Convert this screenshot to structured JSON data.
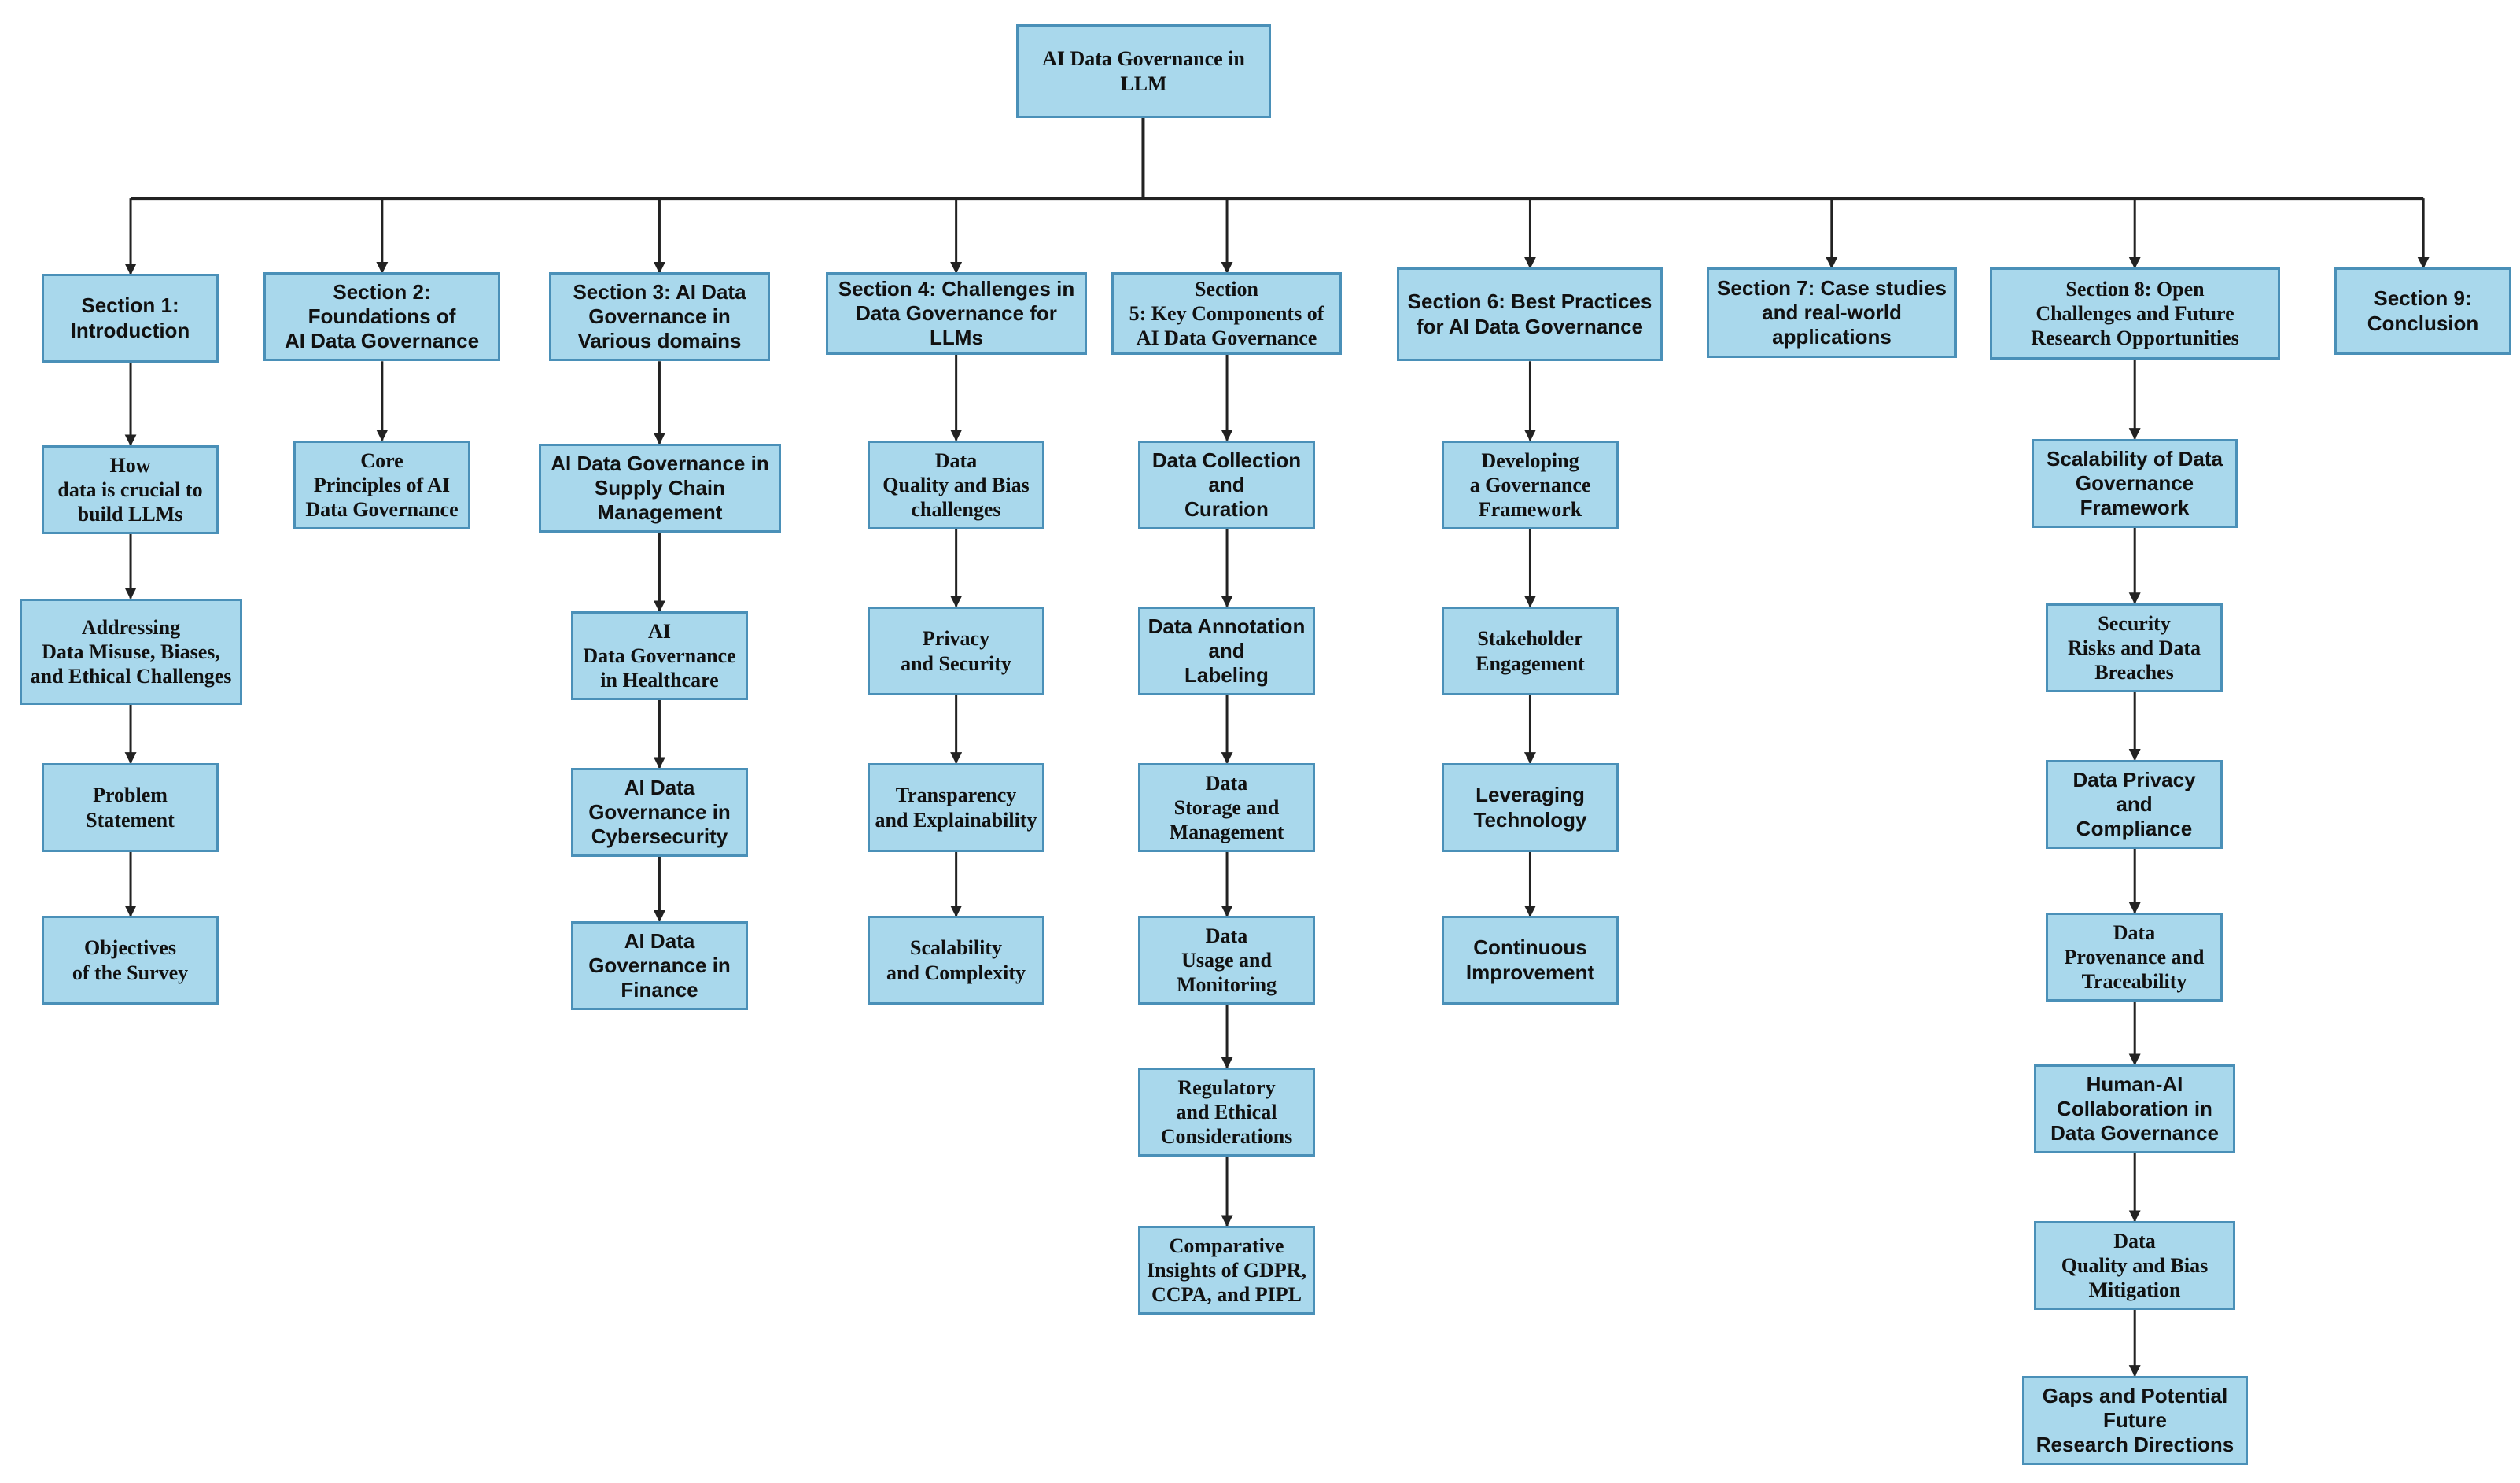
{
  "root": {
    "label": "AI Data Governance in\nLLM"
  },
  "sections": [
    {
      "label": "Section 1:\nIntroduction",
      "children": [
        "How\ndata is crucial to\nbuild LLMs",
        "Addressing\nData Misuse, Biases,\nand Ethical Challenges",
        "Problem\nStatement",
        "Objectives\nof the Survey"
      ]
    },
    {
      "label": "Section 2:\nFoundations of\nAI Data Governance",
      "children": [
        "Core\nPrinciples of AI\nData Governance"
      ]
    },
    {
      "label": "Section 3: AI Data\nGovernance in\nVarious domains",
      "children": [
        "AI Data Governance in\nSupply Chain\nManagement",
        "AI\nData Governance\nin Healthcare",
        "AI Data\nGovernance in\nCybersecurity",
        "AI Data\nGovernance in\nFinance"
      ]
    },
    {
      "label": "Section 4: Challenges in\nData Governance for\nLLMs",
      "children": [
        "Data\nQuality and Bias\nchallenges",
        "Privacy\nand Security",
        "Transparency\nand Explainability",
        "Scalability\nand Complexity"
      ]
    },
    {
      "label": "Section\n5: Key Components of\nAI Data Governance",
      "children": [
        "Data Collection\nand\nCuration",
        "Data Annotation\nand\nLabeling",
        "Data\nStorage and\nManagement",
        "Data\nUsage and\nMonitoring",
        "Regulatory\nand Ethical\nConsiderations",
        "Comparative\nInsights of GDPR,\nCCPA, and PIPL"
      ]
    },
    {
      "label": "Section 6: Best Practices\nfor AI Data Governance",
      "children": [
        "Developing\na Governance\nFramework",
        "Stakeholder\nEngagement",
        "Leveraging\nTechnology",
        "Continuous\nImprovement"
      ]
    },
    {
      "label": "Section 7: Case studies\nand real-world\napplications",
      "children": []
    },
    {
      "label": "Section 8: Open\nChallenges and Future\nResearch Opportunities",
      "children": [
        "Scalability of Data\nGovernance\nFramework",
        "Security\nRisks and Data\nBreaches",
        "Data Privacy\nand\nCompliance",
        "Data\nProvenance and\nTraceability",
        "Human-AI\nCollaboration in\nData Governance",
        "Data\nQuality and Bias\nMitigation",
        "Gaps and Potential\nFuture\nResearch Directions"
      ]
    },
    {
      "label": "Section 9:\nConclusion",
      "children": []
    }
  ],
  "colors": {
    "box_fill": "#a9d8ec",
    "box_border": "#4a90b8",
    "line": "#222222",
    "text": "#111111"
  }
}
